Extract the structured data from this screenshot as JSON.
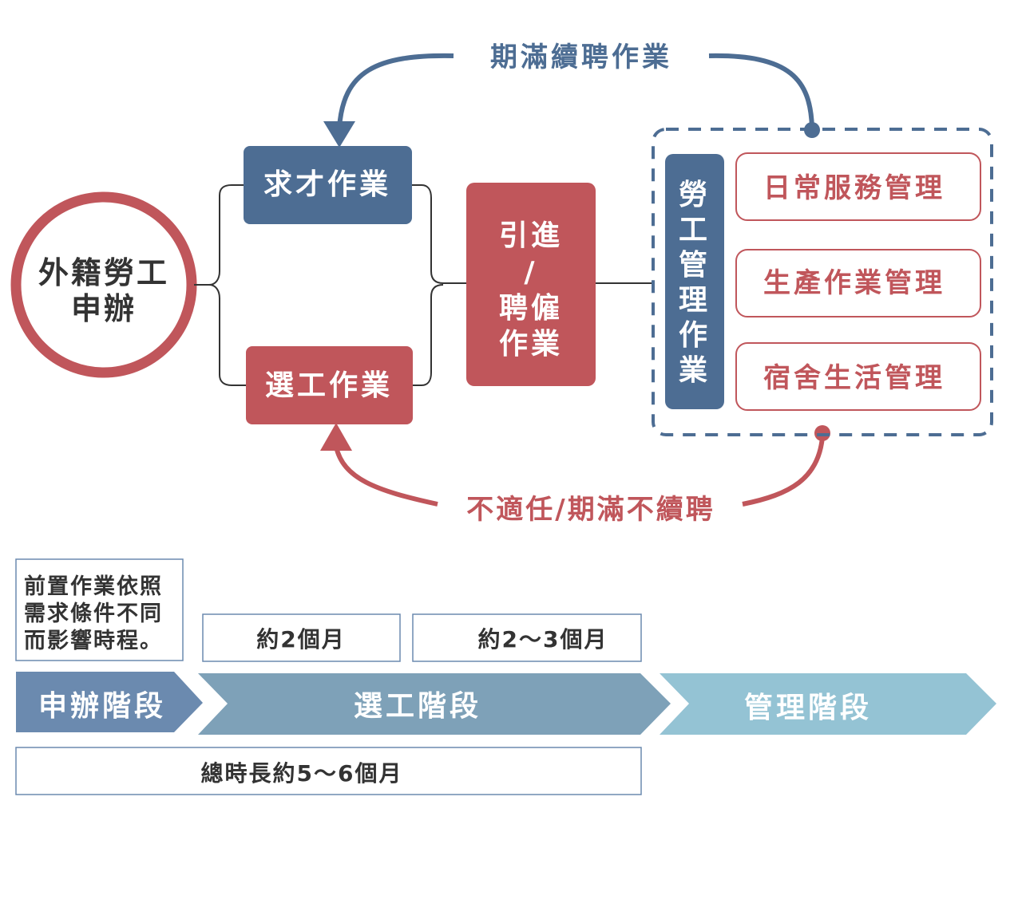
{
  "loops": {
    "top_label": "期滿續聘作業",
    "bottom_label": "不適任/期滿不續聘"
  },
  "start": {
    "line1": "外籍勞工",
    "line2": "申辦"
  },
  "boxes": {
    "recruit": "求才作業",
    "select": "選工作業",
    "hire_line1": "引進",
    "hire_line2": "/",
    "hire_line3": "聘僱",
    "hire_line4": "作業"
  },
  "management": {
    "vertical_title": [
      "勞",
      "工",
      "管",
      "理",
      "作",
      "業"
    ],
    "items": [
      "日常服務管理",
      "生產作業管理",
      "宿舍生活管理"
    ]
  },
  "timeline": {
    "note_lines": [
      "前置作業依照",
      "需求條件不同",
      "而影響時程。"
    ],
    "duration_select": "約2個月",
    "duration_hire": "約2～3個月",
    "stages": [
      "申辦階段",
      "選工階段",
      "管理階段"
    ],
    "total": "總時長約5～6個月"
  },
  "colors": {
    "blue": "#4d6d93",
    "red": "#c0565b",
    "stage1": "#6b8aaf",
    "stage2": "#7ea1b8",
    "stage3": "#94c3d4"
  }
}
